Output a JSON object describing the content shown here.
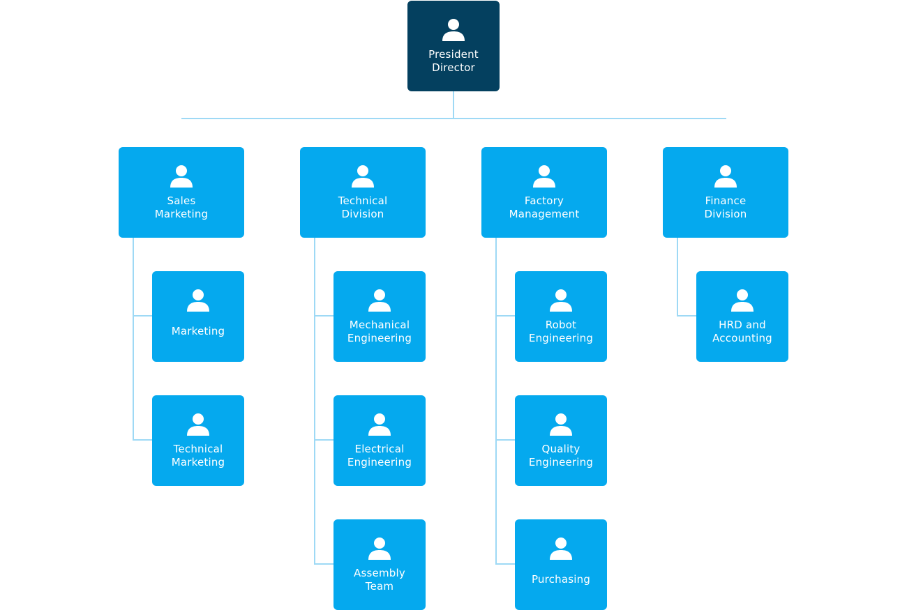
{
  "top": {
    "label": "President\nDirector",
    "icon": "user-icon"
  },
  "divisions": [
    {
      "label": "Sales\nMarketing",
      "icon": "user-icon",
      "children": [
        {
          "label": "Marketing",
          "icon": "user-icon"
        },
        {
          "label": "Technical\nMarketing",
          "icon": "user-icon"
        }
      ]
    },
    {
      "label": "Technical\nDivision",
      "icon": "user-icon",
      "children": [
        {
          "label": "Mechanical\nEngineering",
          "icon": "user-icon"
        },
        {
          "label": "Electrical\nEngineering",
          "icon": "user-icon"
        },
        {
          "label": "Assembly\nTeam",
          "icon": "user-icon"
        }
      ]
    },
    {
      "label": "Factory\nManagement",
      "icon": "user-icon",
      "children": [
        {
          "label": "Robot\nEngineering",
          "icon": "user-icon"
        },
        {
          "label": "Quality\nEngineering",
          "icon": "user-icon"
        },
        {
          "label": "Purchasing",
          "icon": "user-icon"
        }
      ]
    },
    {
      "label": "Finance\nDivision",
      "icon": "user-icon",
      "children": [
        {
          "label": "HRD and\nAccounting",
          "icon": "user-icon"
        }
      ]
    }
  ],
  "colors": {
    "top_box": "#04405f",
    "box": "#05a9ee",
    "connector": "#9ed9f5",
    "text": "#ffffff"
  }
}
